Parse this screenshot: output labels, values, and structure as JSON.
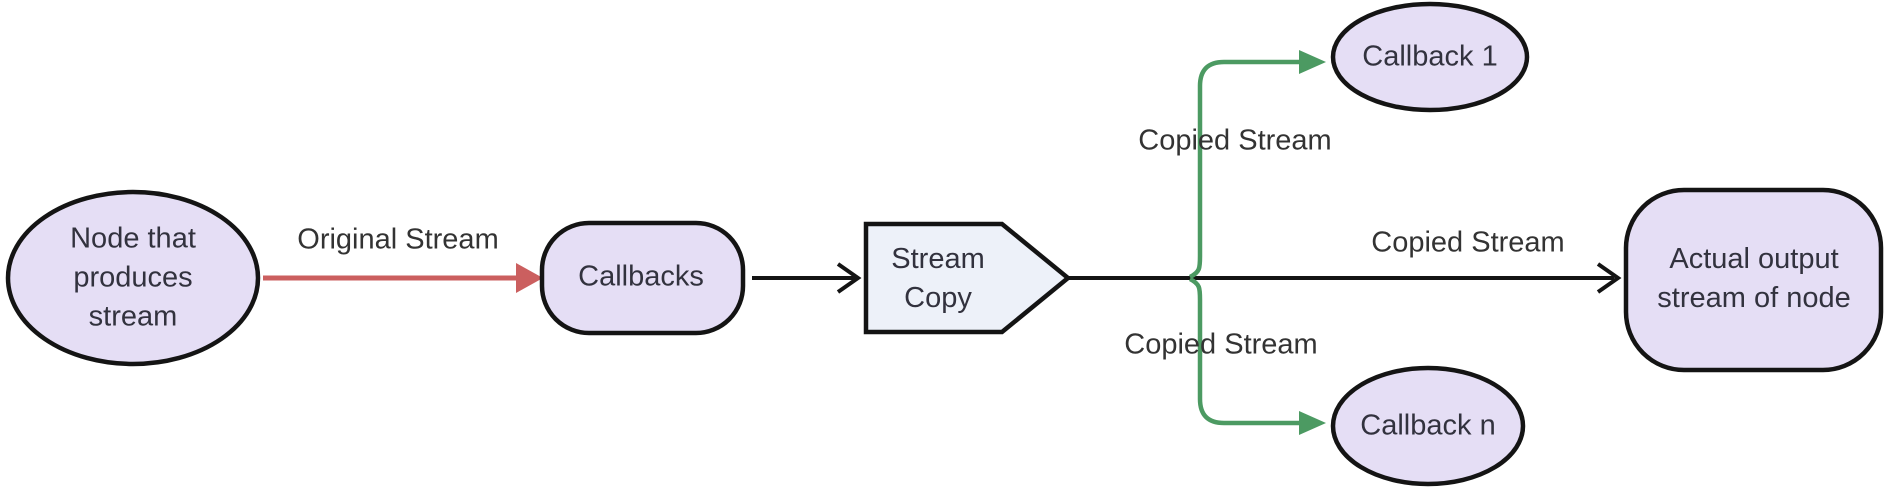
{
  "diagram": {
    "type": "flowchart",
    "direction": "left-to-right",
    "colors": {
      "background": "#FFFFFF",
      "node_fill_lavender": "#E5DEF5",
      "node_fill_blue": "#EDF1F9",
      "node_border": "#141414",
      "edge_black": "#141414",
      "edge_red": "#CB5F5F",
      "edge_green": "#4C9A62",
      "edge_label_text": "#333333",
      "node_text": "#32323E"
    },
    "nodes": {
      "producer": {
        "shape": "ellipse",
        "line1": "Node that",
        "line2": "produces",
        "line3": "stream"
      },
      "callbacks": {
        "shape": "stadium",
        "label": "Callbacks"
      },
      "stream_copy": {
        "shape": "odd",
        "line1": "Stream",
        "line2": "Copy"
      },
      "callback_1": {
        "shape": "ellipse",
        "label": "Callback 1"
      },
      "callback_n": {
        "shape": "ellipse",
        "label": "Callback n"
      },
      "actual_output": {
        "shape": "rounded-rect",
        "line1": "Actual output",
        "line2": "stream of node"
      }
    },
    "edges": [
      {
        "from": "producer",
        "to": "callbacks",
        "label": "Original Stream",
        "color": "#CB5F5F"
      },
      {
        "from": "callbacks",
        "to": "stream_copy",
        "label": "",
        "color": "#141414"
      },
      {
        "from": "stream_copy",
        "to": "callback_1",
        "label": "Copied Stream",
        "color": "#4C9A62"
      },
      {
        "from": "stream_copy",
        "to": "actual_output",
        "label": "Copied Stream",
        "color": "#141414"
      },
      {
        "from": "stream_copy",
        "to": "callback_n",
        "label": "Copied Stream",
        "color": "#4C9A62"
      }
    ]
  }
}
